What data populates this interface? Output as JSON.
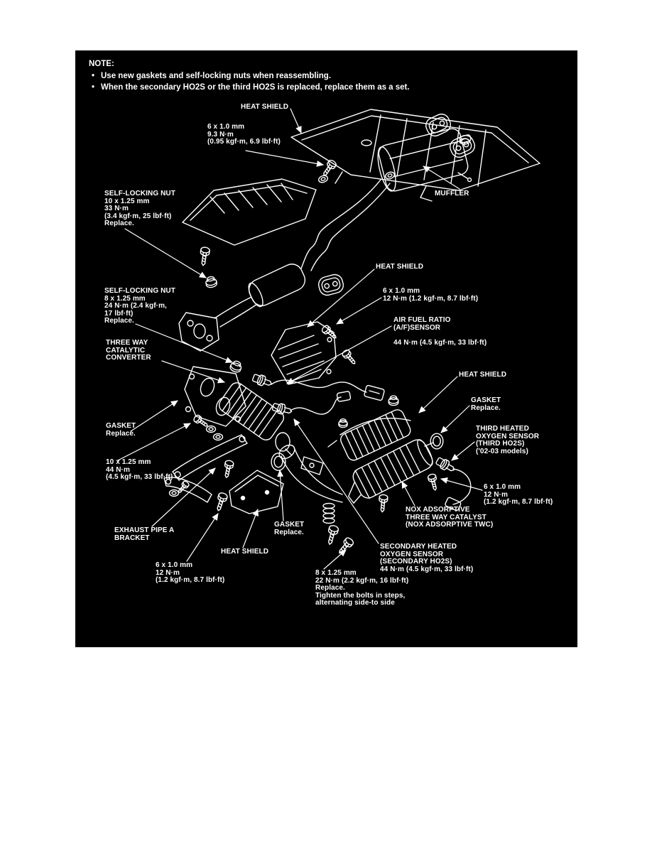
{
  "panel": {
    "bg": "#000000",
    "line_color": "#ffffff",
    "page_bg": "#ffffff"
  },
  "note": {
    "title": "NOTE:",
    "bullet_char": "•",
    "bullets": [
      "Use new gaskets and self-locking nuts when reassembling.",
      "When the secondary HO2S or the third HO2S is replaced, replace them as a set."
    ]
  },
  "labels": [
    {
      "id": "heat-shield-top",
      "lines": [
        "HEAT SHIELD"
      ]
    },
    {
      "id": "bolt-spec-top",
      "lines": [
        "6 x 1.0 mm",
        "9.3 N·m",
        "(0.95 kgf·m, 6.9 lbf·ft)"
      ]
    },
    {
      "id": "muffler",
      "lines": [
        "MUFFLER"
      ]
    },
    {
      "id": "self-locking-nut-10",
      "lines": [
        "SELF-LOCKING NUT",
        "10 x 1.25 mm",
        "33 N·m",
        "(3.4 kgf·m, 25 lbf·ft)",
        "Replace."
      ]
    },
    {
      "id": "self-locking-nut-8",
      "lines": [
        "SELF-LOCKING NUT",
        "8 x 1.25 mm",
        "24 N·m (2.4 kgf·m,",
        "17 lbf·ft)",
        "Replace."
      ]
    },
    {
      "id": "three-way-catalytic-converter",
      "lines": [
        "THREE WAY",
        "CATALYTIC",
        "CONVERTER"
      ]
    },
    {
      "id": "heat-shield-mid",
      "lines": [
        "HEAT SHIELD"
      ]
    },
    {
      "id": "bolt-spec-mid",
      "lines": [
        "6 x 1.0 mm",
        "12 N·m (1.2 kgf·m, 8.7 lbf·ft)"
      ]
    },
    {
      "id": "air-fuel-ratio-sensor",
      "lines": [
        "AIR FUEL RATIO",
        "(A/F)SENSOR",
        "",
        "44 N·m (4.5 kgf·m, 33 lbf·ft)"
      ]
    },
    {
      "id": "heat-shield-right",
      "lines": [
        "HEAT SHIELD"
      ]
    },
    {
      "id": "gasket-right",
      "lines": [
        "GASKET",
        "Replace."
      ]
    },
    {
      "id": "third-ho2s",
      "lines": [
        "THIRD HEATED",
        "OXYGEN SENSOR",
        "(THIRD HO2S)",
        "('02-03 models)"
      ]
    },
    {
      "id": "bolt-spec-right",
      "lines": [
        "6 x 1.0 mm",
        "12 N·m",
        "(1.2 kgf·m, 8.7 lbf·ft)"
      ]
    },
    {
      "id": "nox-adsorptive-twc",
      "lines": [
        "NOX ADSORPTIVE",
        "THREE WAY CATALYST",
        "(NOX ADSORPTIVE TWC)"
      ]
    },
    {
      "id": "secondary-ho2s",
      "lines": [
        "SECONDARY HEATED",
        "OXYGEN SENSOR",
        "(SECONDARY HO2S)",
        "44 N·m (4.5 kgf·m,  33 lbf·ft)"
      ]
    },
    {
      "id": "bolt-spec-spring",
      "lines": [
        "8 x 1.25 mm",
        "22 N·m (2.2 kgf·m, 16 lbf·ft)",
        "Replace.",
        "Tighten the bolts in steps,",
        "alternating side-to side"
      ]
    },
    {
      "id": "gasket-left",
      "lines": [
        "GASKET",
        "Replace."
      ]
    },
    {
      "id": "bolt-spec-44",
      "lines": [
        "10 x 1.25 mm",
        "44 N·m",
        "(4.5 kgf·m, 33 lbf·ft)"
      ]
    },
    {
      "id": "exhaust-pipe-a-bracket",
      "lines": [
        "EXHAUST PIPE A",
        "BRACKET"
      ]
    },
    {
      "id": "heat-shield-bottom",
      "lines": [
        "HEAT SHIELD"
      ]
    },
    {
      "id": "gasket-bottom",
      "lines": [
        "GASKET",
        "Replace."
      ]
    },
    {
      "id": "bolt-spec-bottom-left",
      "lines": [
        "6 x 1.0 mm",
        "12 N·m",
        "(1.2 kgf·m, 8.7 lbf·ft)"
      ]
    }
  ]
}
